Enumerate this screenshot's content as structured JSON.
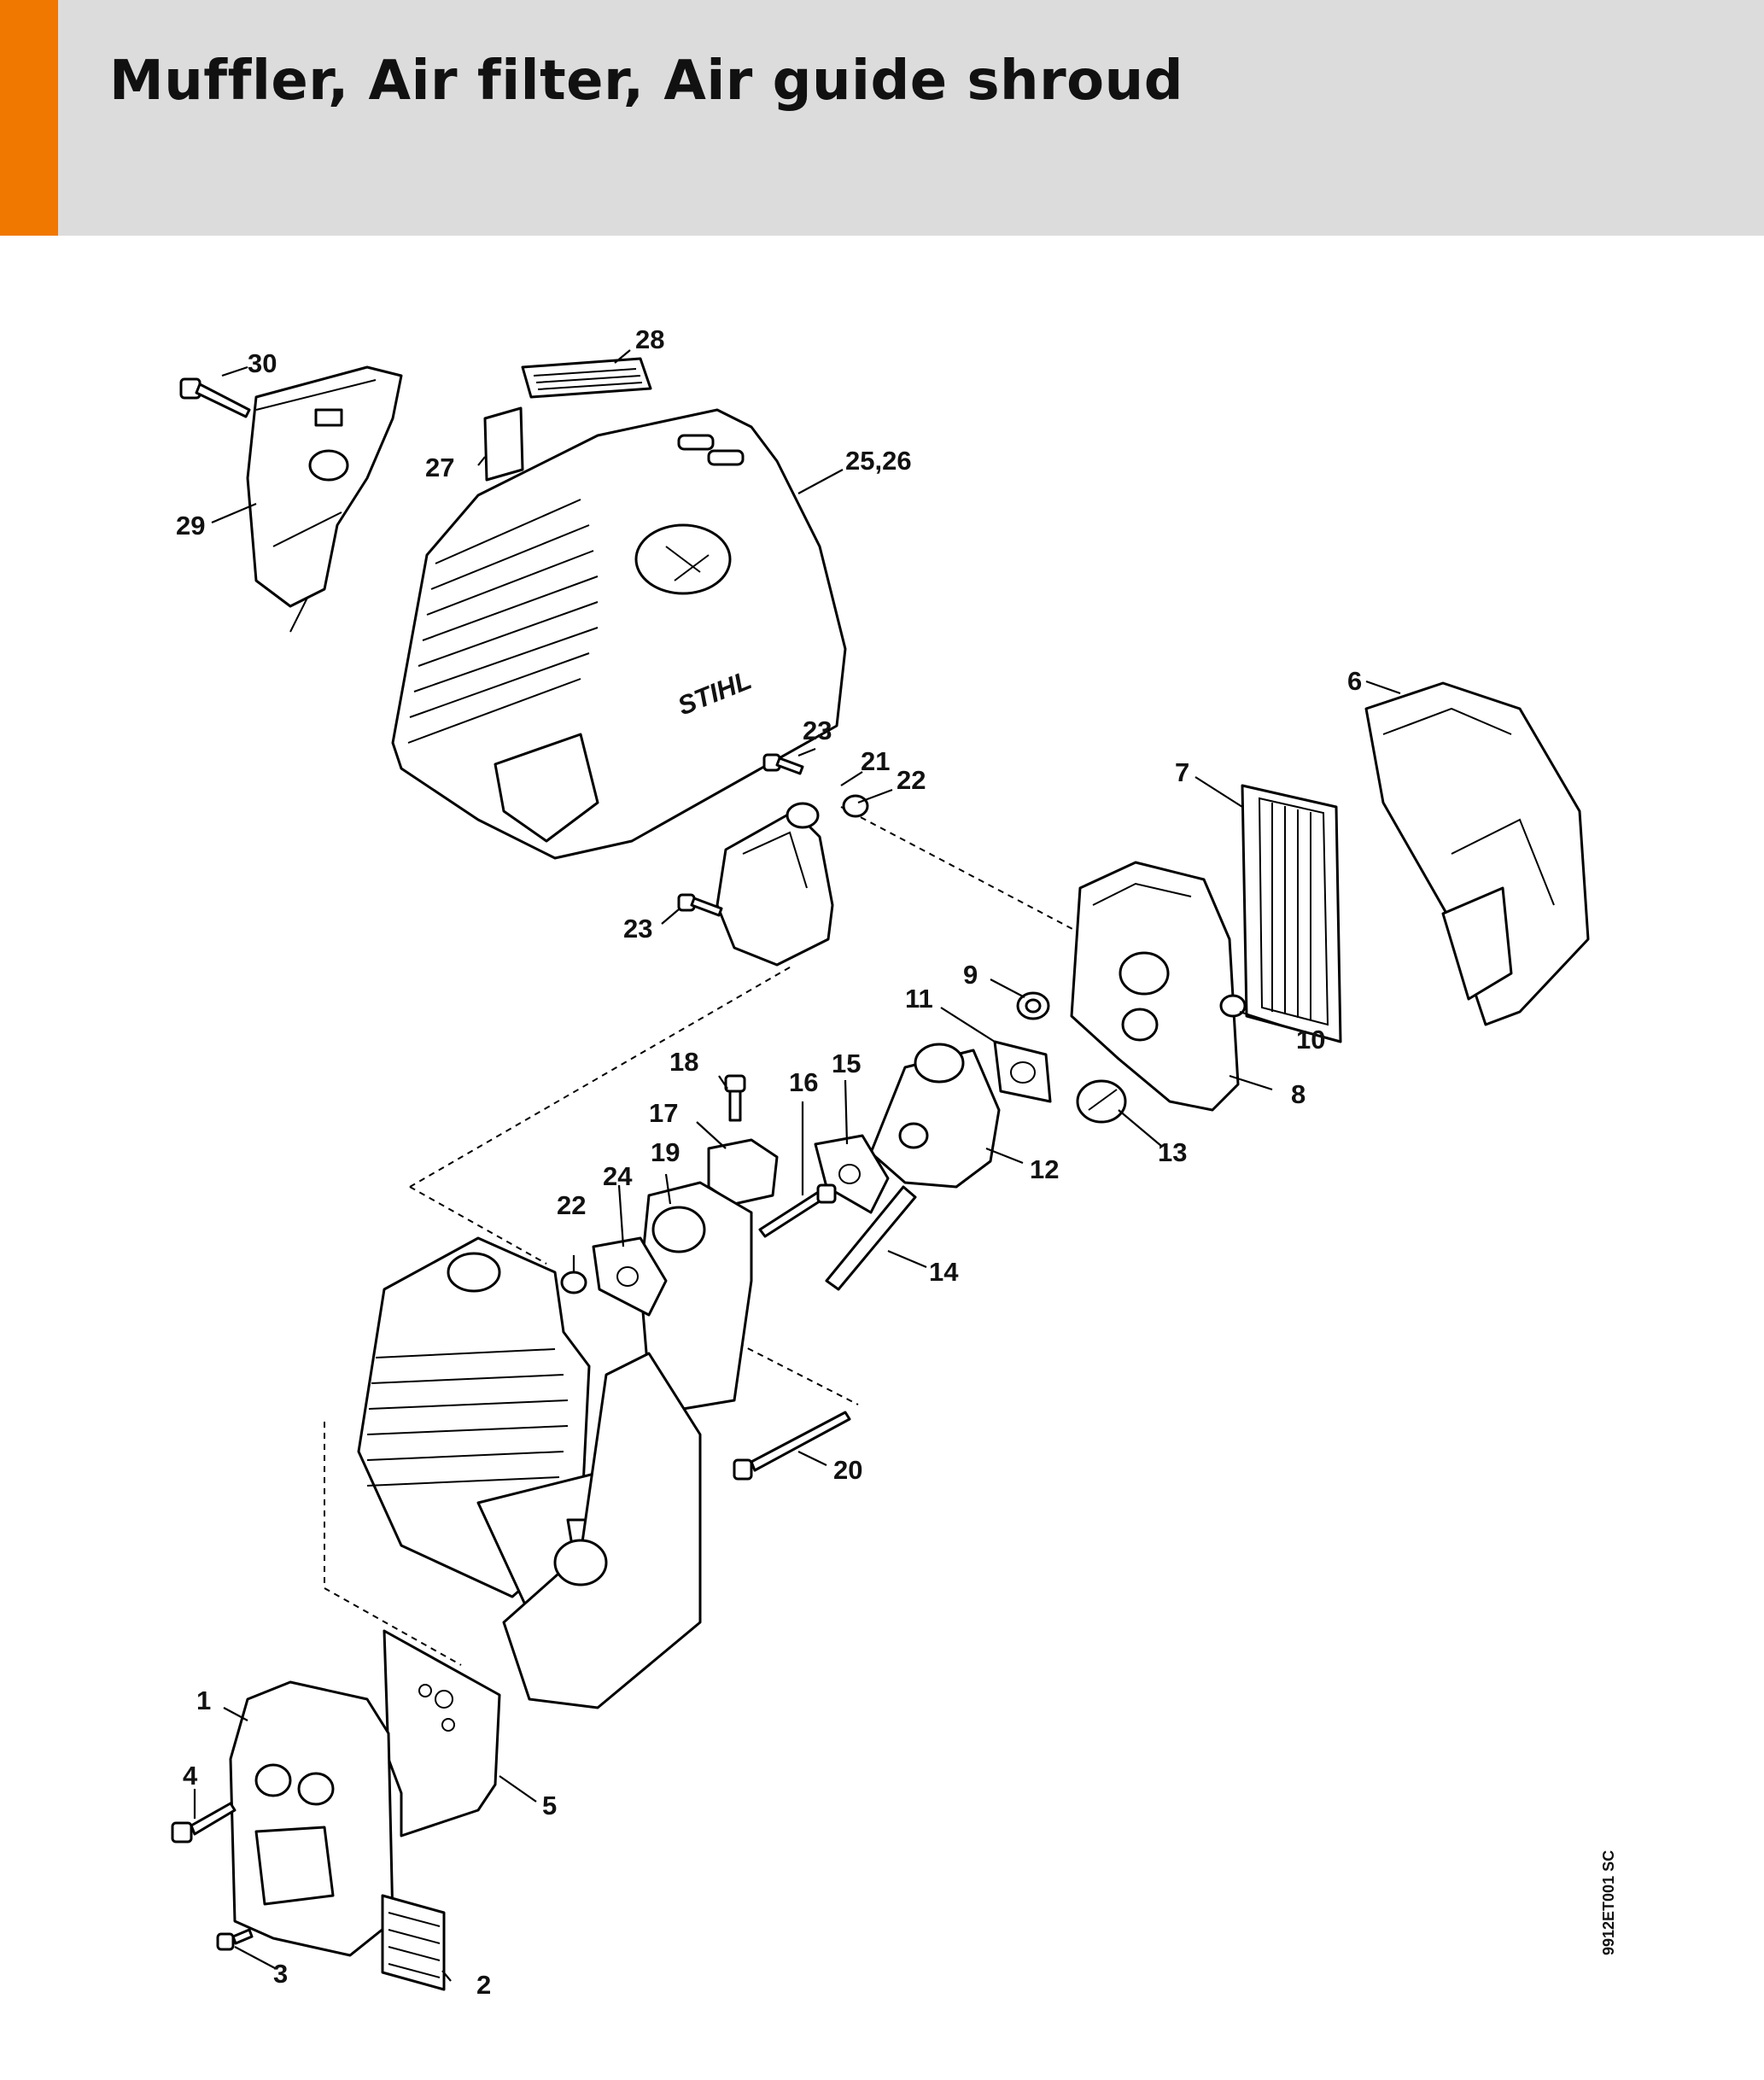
{
  "page": {
    "title": "Muffler, Air filter, Air guide shroud",
    "reference_code": "9912ET001 SC",
    "accent_color": "#f07800",
    "header_color": "#dcdcdc"
  },
  "diagram": {
    "brand_mark": "STIHL",
    "part_labels": [
      "1",
      "2",
      "3",
      "4",
      "5",
      "6",
      "7",
      "8",
      "9",
      "10",
      "11",
      "12",
      "13",
      "14",
      "15",
      "16",
      "17",
      "18",
      "19",
      "20",
      "21",
      "22",
      "22",
      "23",
      "23",
      "24",
      "25,26",
      "27",
      "28",
      "29",
      "30"
    ]
  }
}
